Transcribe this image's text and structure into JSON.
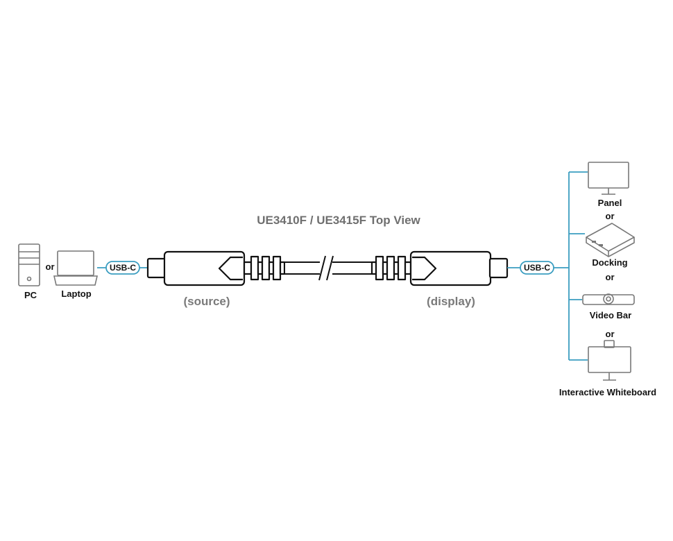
{
  "title": "UE3410F / UE3415F Top View",
  "source_side": {
    "devices": [
      {
        "label": "PC",
        "icon": "pc-tower-icon"
      },
      {
        "label": "Laptop",
        "icon": "laptop-icon"
      }
    ],
    "separator": "or",
    "connector": "USB-C",
    "caption": "(source)"
  },
  "display_side": {
    "devices": [
      {
        "label": "Panel",
        "icon": "monitor-panel-icon"
      },
      {
        "label": "Docking",
        "icon": "docking-station-icon"
      },
      {
        "label": "Video Bar",
        "icon": "video-bar-icon"
      },
      {
        "label": "Interactive Whiteboard",
        "icon": "interactive-whiteboard-icon"
      }
    ],
    "separator": "or",
    "connector": "USB-C",
    "caption": "(display)"
  },
  "colors": {
    "line": "#3a9dc0",
    "outline": "#111111",
    "icon_grey": "#777777",
    "title_grey": "#6f6f6f"
  }
}
